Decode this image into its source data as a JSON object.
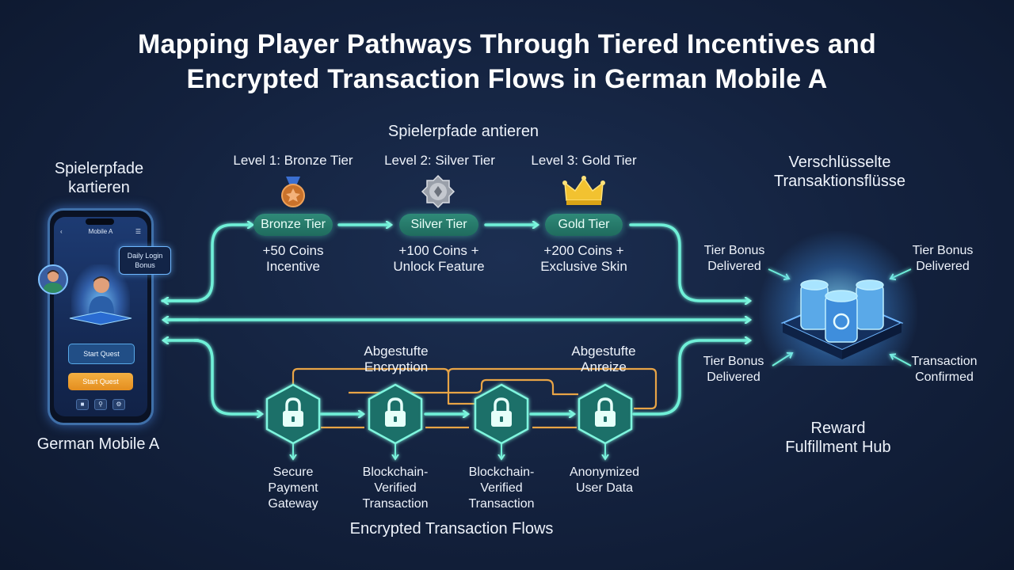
{
  "title": {
    "line1": "Mapping Player Pathways Through Tiered Incentives and",
    "line2": "Encrypted Transaction Flows in German Mobile A"
  },
  "top_header": "Spielerpfade antieren",
  "left": {
    "heading_line1": "Spielerpfade",
    "heading_line2": "kartieren",
    "caption": "German Mobile A",
    "phone_title": "Mobile A",
    "bubble_line1": "Daily Login",
    "bubble_line2": "Bonus",
    "btn_quest_primary": "Start Quest",
    "btn_quest_secondary": "Start Quest"
  },
  "tiers": [
    {
      "level_label": "Level 1: Bronze Tier",
      "pill": "Bronze Tier",
      "reward_line1": "+50 Coins",
      "reward_line2": "Incentive",
      "icon": "bronze-medal-icon",
      "color": "#c9722b"
    },
    {
      "level_label": "Level 2: Silver Tier",
      "pill": "Silver Tier",
      "reward_line1": "+100 Coins +",
      "reward_line2": "Unlock Feature",
      "icon": "silver-badge-icon",
      "color": "#b8bcc4"
    },
    {
      "level_label": "Level 3: Gold Tier",
      "pill": "Gold Tier",
      "reward_line1": "+200 Coins +",
      "reward_line2": "Exclusive Skin",
      "icon": "gold-crown-icon",
      "color": "#f2c230"
    }
  ],
  "right": {
    "heading_line1": "Verschlüsselte",
    "heading_line2": "Transaktionsflüsse",
    "note_tl_line1": "Tier Bonus",
    "note_tl_line2": "Delivered",
    "note_tr_line1": "Tier Bonus",
    "note_tr_line2": "Delivered",
    "note_bl_line1": "Tier Bonus",
    "note_bl_line2": "Delivered",
    "note_br_line1": "Transaction",
    "note_br_line2": "Confirmed",
    "hub_line1": "Reward",
    "hub_line2": "Fulfillment Hub"
  },
  "flow": {
    "enc_label_left_line1": "Abgestufte",
    "enc_label_left_line2": "Encryption",
    "enc_label_right_line1": "Abgestufte",
    "enc_label_right_line2": "Anreize",
    "caption": "Encrypted Transaction Flows",
    "nodes": [
      {
        "line1": "Secure",
        "line2": "Payment",
        "line3": "Gateway"
      },
      {
        "line1": "Blockchain-",
        "line2": "Verified",
        "line3": "Transaction"
      },
      {
        "line1": "Blockchain-",
        "line2": "Verified",
        "line3": "Transaction"
      },
      {
        "line1": "Anonymized",
        "line2": "User Data",
        "line3": ""
      }
    ]
  },
  "colors": {
    "connector": "#6ff0d8",
    "encryption_line": "#e8a446",
    "node_fill": "#1f6f69",
    "background": "#13213d"
  }
}
